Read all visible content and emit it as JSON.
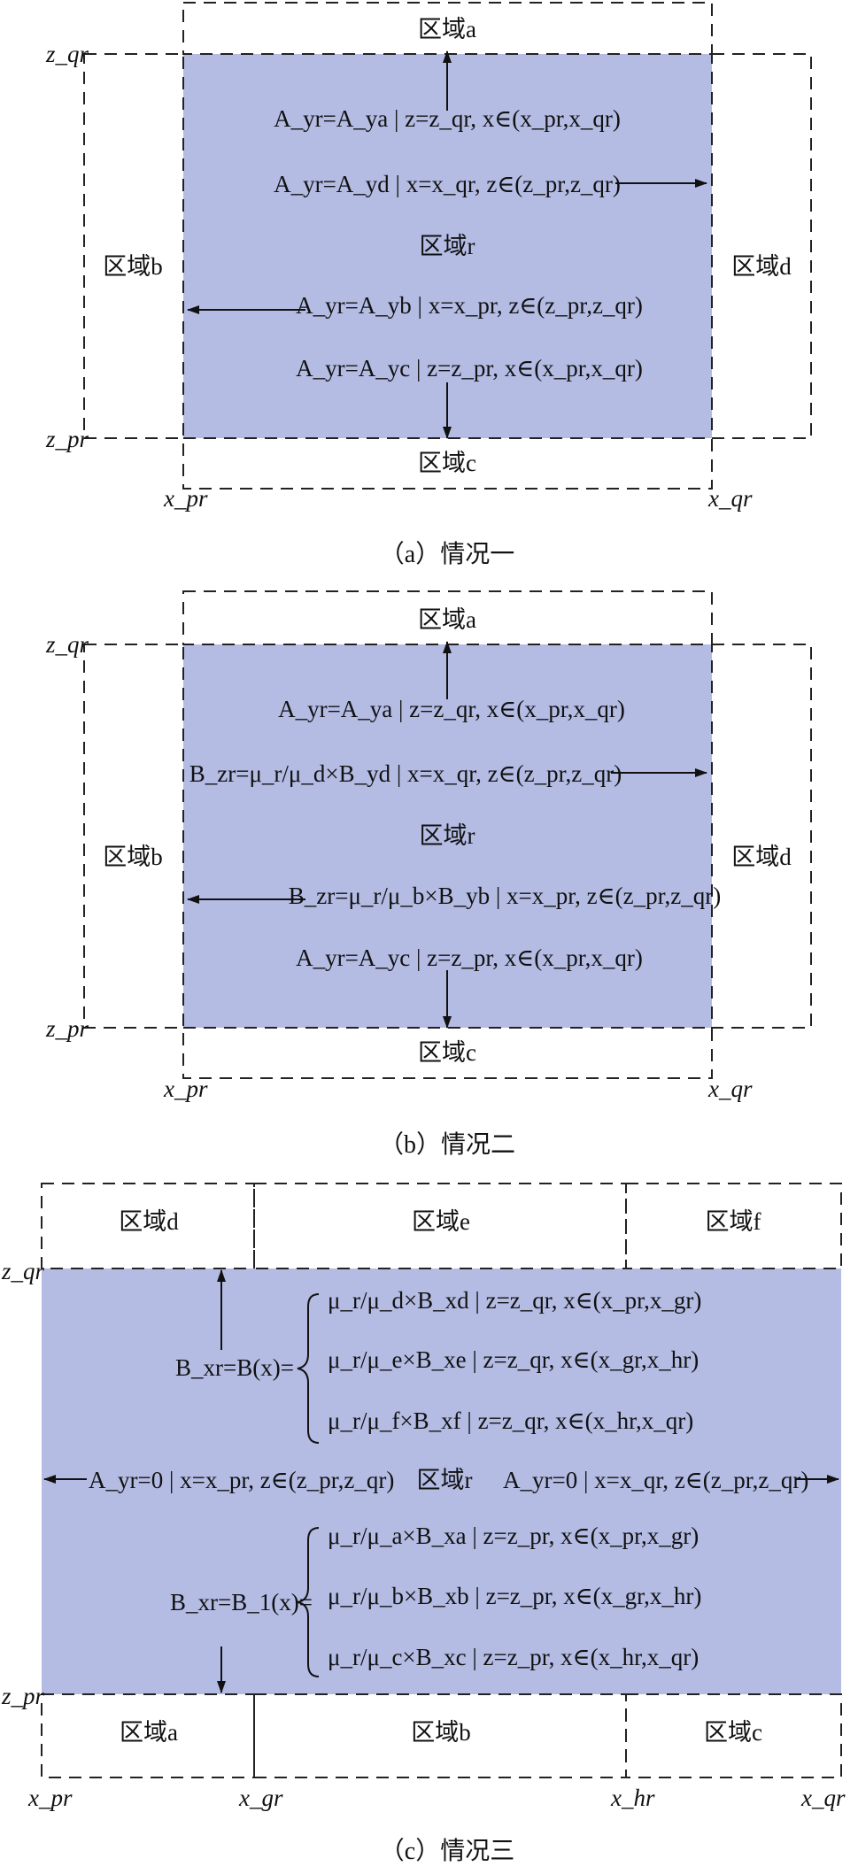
{
  "colors": {
    "region_fill": "#b4bce4",
    "line": "#222222"
  },
  "panel_a": {
    "caption": "（a）情况一",
    "regions": {
      "top": "区域a",
      "left": "区域b",
      "right": "区域d",
      "bottom": "区域c",
      "center": "区域r"
    },
    "eq1": "A_yr=A_ya | z=z_qr, x∈(x_pr,x_qr)",
    "eq2": "A_yr=A_yd | x=x_qr, z∈(z_pr,z_qr)",
    "eq3": "A_yr=A_yb | x=x_pr, z∈(z_pr,z_qr)",
    "eq4": "A_yr=A_yc | z=z_pr, x∈(x_pr,x_qr)",
    "axis": {
      "zq": "z_qr",
      "zp": "z_pr",
      "xp": "x_pr",
      "xq": "x_qr"
    }
  },
  "panel_b": {
    "caption": "（b）情况二",
    "regions": {
      "top": "区域a",
      "left": "区域b",
      "right": "区域d",
      "bottom": "区域c",
      "center": "区域r"
    },
    "eq1": "A_yr=A_ya | z=z_qr, x∈(x_pr,x_qr)",
    "eq2": "B_zr=μ_r/μ_d×B_yd | x=x_qr, z∈(z_pr,z_qr)",
    "eq3": "B_zr=μ_r/μ_b×B_yb | x=x_pr, z∈(z_pr,z_qr)",
    "eq4": "A_yr=A_yc | z=z_pr, x∈(x_pr,x_qr)",
    "axis": {
      "zq": "z_qr",
      "zp": "z_pr",
      "xp": "x_pr",
      "xq": "x_qr"
    }
  },
  "panel_c": {
    "caption": "（c）情况三",
    "regions": {
      "d": "区域d",
      "e": "区域e",
      "f": "区域f",
      "a": "区域a",
      "b": "区域b",
      "c": "区域c",
      "center": "区域r"
    },
    "top_lhs": "B_xr=B(x)=",
    "top_cases": [
      "μ_r/μ_d×B_xd | z=z_qr, x∈(x_pr,x_gr)",
      "μ_r/μ_e×B_xe | z=z_qr, x∈(x_gr,x_hr)",
      "μ_r/μ_f×B_xf | z=z_qr, x∈(x_hr,x_qr)"
    ],
    "left_eq": "A_yr=0 | x=x_pr, z∈(z_pr,z_qr)",
    "right_eq": "A_yr=0 | x=x_qr, z∈(z_pr,z_qr)",
    "bottom_lhs": "B_xr=B_1(x)=",
    "bottom_cases": [
      "μ_r/μ_a×B_xa | z=z_pr, x∈(x_pr,x_gr)",
      "μ_r/μ_b×B_xb | z=z_pr, x∈(x_gr,x_hr)",
      "μ_r/μ_c×B_xc | z=z_pr, x∈(x_hr,x_qr)"
    ],
    "axis": {
      "zq": "z_qr",
      "zp": "z_pr",
      "xp": "x_pr",
      "xg": "x_gr",
      "xh": "x_hr",
      "xq": "x_qr"
    }
  }
}
